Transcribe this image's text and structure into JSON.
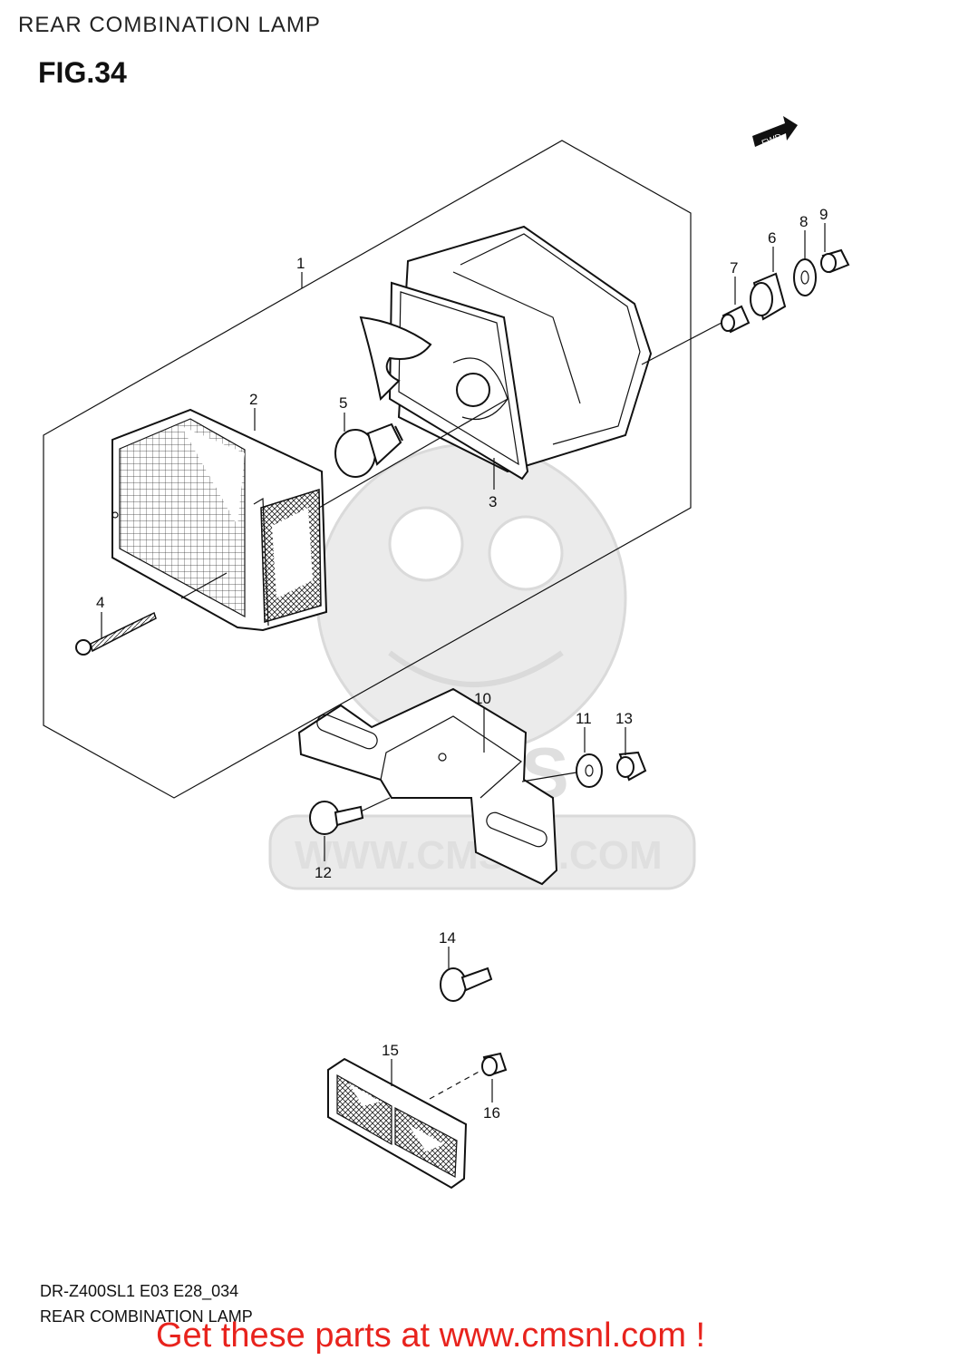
{
  "header": {
    "title": "REAR COMBINATION LAMP",
    "figure": "FIG.34"
  },
  "diagram": {
    "fwd_label": "FWD",
    "watermark": {
      "text": "WWW.CMSNL.COM",
      "logo_text": "CMS"
    },
    "callouts": [
      {
        "id": "1",
        "label": "1"
      },
      {
        "id": "2",
        "label": "2"
      },
      {
        "id": "3",
        "label": "3"
      },
      {
        "id": "4",
        "label": "4"
      },
      {
        "id": "5",
        "label": "5"
      },
      {
        "id": "6",
        "label": "6"
      },
      {
        "id": "7",
        "label": "7"
      },
      {
        "id": "8",
        "label": "8"
      },
      {
        "id": "9",
        "label": "9"
      },
      {
        "id": "10",
        "label": "10"
      },
      {
        "id": "11",
        "label": "11"
      },
      {
        "id": "12",
        "label": "12"
      },
      {
        "id": "13",
        "label": "13"
      },
      {
        "id": "14",
        "label": "14"
      },
      {
        "id": "15",
        "label": "15"
      },
      {
        "id": "16",
        "label": "16"
      }
    ]
  },
  "footer": {
    "model_code": "DR-Z400SL1 E03 E28_034",
    "title": "REAR COMBINATION LAMP",
    "banner": "Get these parts at www.cmsnl.com !"
  },
  "colors": {
    "banner": "#e8231d",
    "line": "#111111",
    "watermark": "#e9e9e9"
  }
}
